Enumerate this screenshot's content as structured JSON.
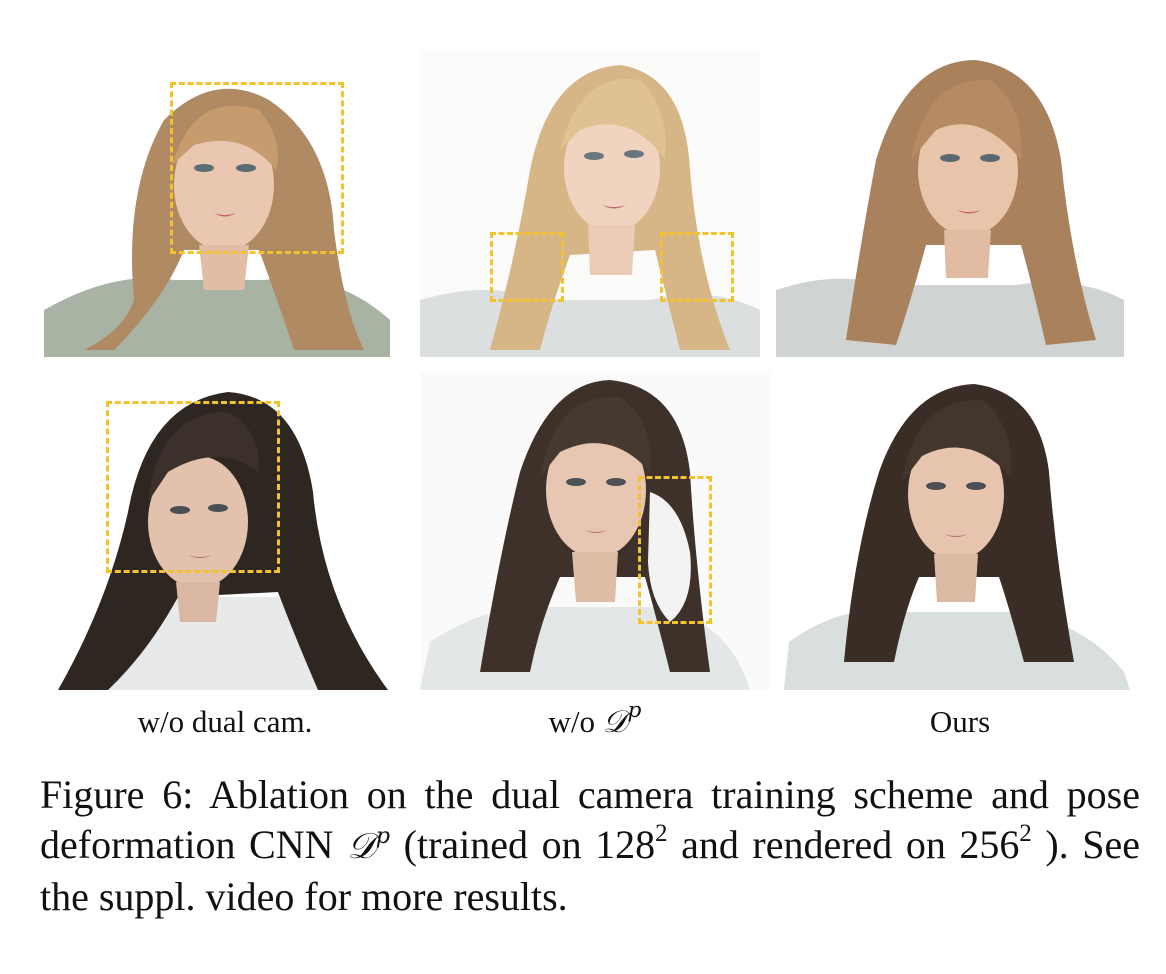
{
  "figure": {
    "columns": [
      {
        "label": "w/o dual cam.",
        "label_parts": [
          "w/o dual cam."
        ]
      },
      {
        "label": "w/o 𝒟^p",
        "label_parts": [
          "w/o ",
          "𝒟",
          "p"
        ]
      },
      {
        "label": "Ours",
        "label_parts": [
          "Ours"
        ]
      }
    ],
    "rows": [
      {
        "subject": "blonde-woman-portrait"
      },
      {
        "subject": "brunette-woman-portrait"
      }
    ],
    "highlight_color": "#f2c230"
  },
  "caption": {
    "prefix": "Figure 6:",
    "text_1": " Ablation on the dual camera training scheme and pose deformation CNN ",
    "math_symbol": "𝒟",
    "math_sup": "p",
    "text_2": " (trained on 128",
    "sup_1": "2",
    "text_3": " and rendered on 256",
    "sup_2": "2",
    "text_4": " ). See the suppl. video for more results."
  }
}
